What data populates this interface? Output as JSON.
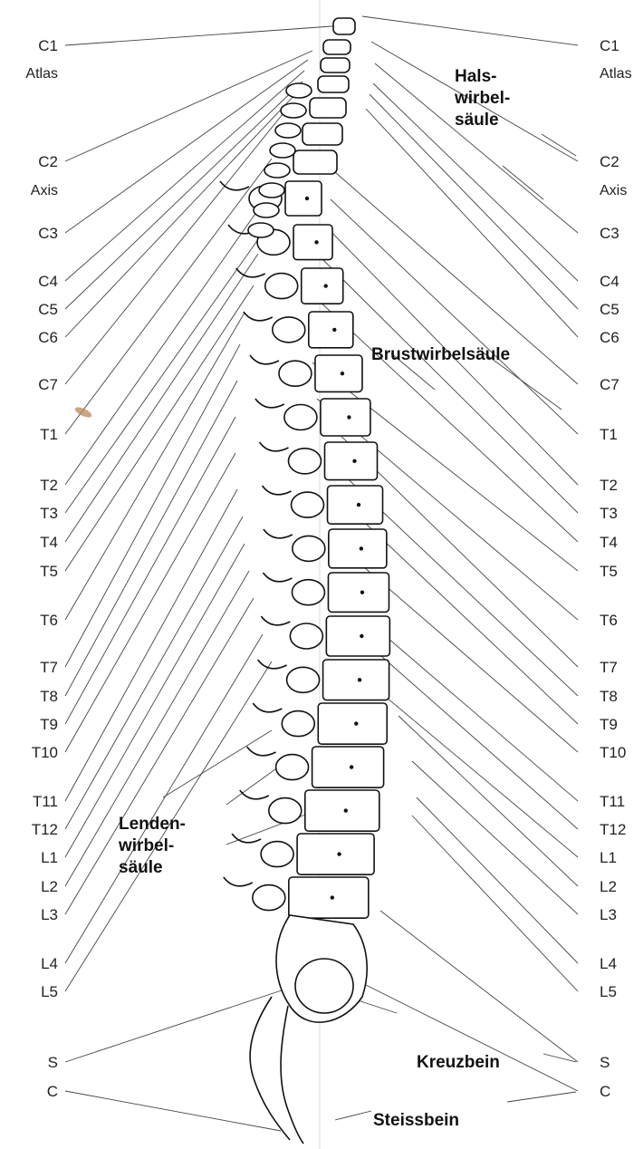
{
  "labels_left": [
    {
      "id": "c1",
      "text": "C1",
      "sub": "Atlas"
    },
    {
      "id": "c2",
      "text": "C2",
      "sub": "Axis"
    },
    {
      "id": "c3",
      "text": "C3"
    },
    {
      "id": "c4",
      "text": "C4"
    },
    {
      "id": "c5",
      "text": "C5"
    },
    {
      "id": "c6",
      "text": "C6"
    },
    {
      "id": "c7",
      "text": "C7"
    },
    {
      "id": "t1",
      "text": "T1"
    },
    {
      "id": "t2",
      "text": "T2"
    },
    {
      "id": "t3",
      "text": "T3"
    },
    {
      "id": "t4",
      "text": "T4"
    },
    {
      "id": "t5",
      "text": "T5"
    },
    {
      "id": "t6",
      "text": "T6"
    },
    {
      "id": "t7",
      "text": "T7"
    },
    {
      "id": "t8",
      "text": "T8"
    },
    {
      "id": "t9",
      "text": "T9"
    },
    {
      "id": "t10",
      "text": "T10"
    },
    {
      "id": "t11",
      "text": "T11"
    },
    {
      "id": "t12",
      "text": "T12"
    },
    {
      "id": "l1",
      "text": "L1"
    },
    {
      "id": "l2",
      "text": "L2"
    },
    {
      "id": "l3",
      "text": "L3"
    },
    {
      "id": "l4",
      "text": "L4"
    },
    {
      "id": "l5",
      "text": "L5"
    },
    {
      "id": "s",
      "text": "S"
    },
    {
      "id": "c",
      "text": "C"
    }
  ],
  "labels_right": [
    {
      "id": "c1",
      "text": "C1",
      "sub": "Atlas"
    },
    {
      "id": "c2",
      "text": "C2",
      "sub": "Axis"
    },
    {
      "id": "c3",
      "text": "C3"
    },
    {
      "id": "c4",
      "text": "C4"
    },
    {
      "id": "c5",
      "text": "C5"
    },
    {
      "id": "c6",
      "text": "C6"
    },
    {
      "id": "c7",
      "text": "C7"
    },
    {
      "id": "t1",
      "text": "T1"
    },
    {
      "id": "t2",
      "text": "T2"
    },
    {
      "id": "t3",
      "text": "T3"
    },
    {
      "id": "t4",
      "text": "T4"
    },
    {
      "id": "t5",
      "text": "T5"
    },
    {
      "id": "t6",
      "text": "T6"
    },
    {
      "id": "t7",
      "text": "T7"
    },
    {
      "id": "t8",
      "text": "T8"
    },
    {
      "id": "t9",
      "text": "T9"
    },
    {
      "id": "t10",
      "text": "T10"
    },
    {
      "id": "t11",
      "text": "T11"
    },
    {
      "id": "t12",
      "text": "T12"
    },
    {
      "id": "l1",
      "text": "L1"
    },
    {
      "id": "l2",
      "text": "L2"
    },
    {
      "id": "l3",
      "text": "L3"
    },
    {
      "id": "l4",
      "text": "L4"
    },
    {
      "id": "l5",
      "text": "L5"
    },
    {
      "id": "s",
      "text": "S"
    },
    {
      "id": "c",
      "text": "C"
    }
  ],
  "regions": {
    "hals": [
      "Hals-",
      "wirbel-",
      "säule"
    ],
    "brust": "Brustwirbelsäule",
    "lenden": [
      "Lenden-",
      "wirbel-",
      "säule"
    ],
    "kreuzbein": "Kreuzbein",
    "steissbein": "Steissbein"
  }
}
